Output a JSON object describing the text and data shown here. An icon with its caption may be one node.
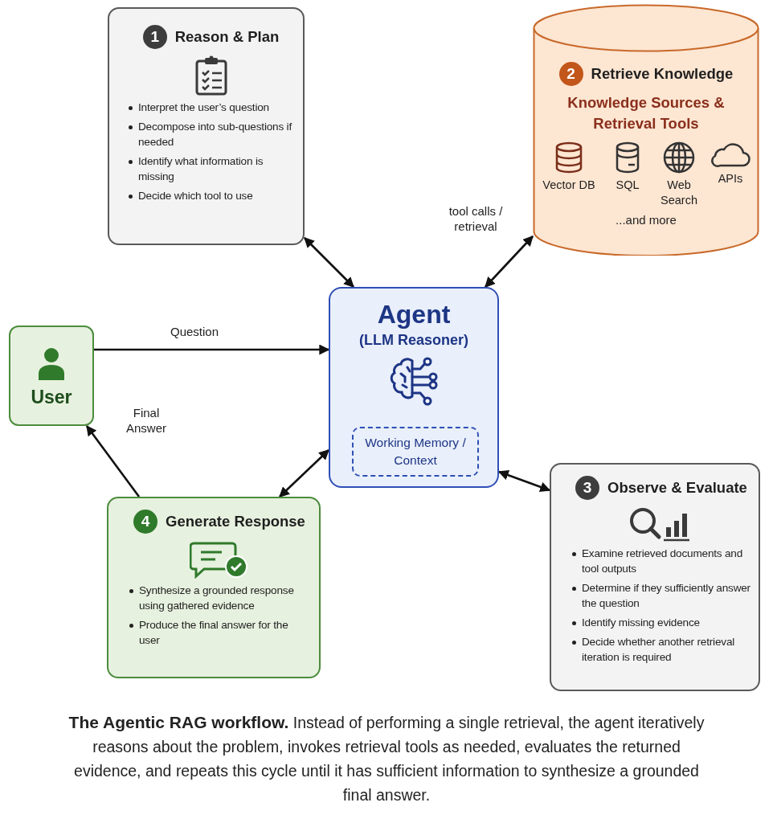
{
  "diagram": {
    "nodes": [
      {
        "text": [
          "1",
          "Reason & Plan",
          "Interpret the user’s question",
          "Decompose into sub-questions if needed",
          "Identify what information is missing",
          "Decide which tool to use"
        ]
      },
      {
        "text": [
          "2",
          "Retrieve Knowledge",
          "Knowledge Sources & Retrieval Tools",
          "Vector DB",
          "SQL",
          "Web Search",
          "APIs",
          "...and more"
        ]
      },
      {
        "text": [
          "Agent",
          "(LLM Reasoner)"
        ]
      },
      {
        "text": [
          "Working Memory / Context"
        ],
        "in": 2
      },
      {
        "text": [
          "User"
        ]
      },
      {
        "text": [
          "4",
          "Generate Response",
          "Synthesize a grounded response using gathered evidence",
          "Produce the final answer for the user"
        ]
      },
      {
        "text": [
          "3",
          "Observe & Evaluate",
          "Examine retrieved documents and tool outputs",
          "Determine if they sufficiently answer the question",
          "Identify missing evidence",
          "Decide whether another retrieval iteration is required"
        ]
      }
    ],
    "edges": [
      {
        "from": 0,
        "to": 2,
        "arrow": "both"
      },
      {
        "from": 2,
        "to": 1,
        "arrow": "both",
        "label": "tool calls / retrieval"
      },
      {
        "from": 4,
        "to": 2,
        "arrow": "to",
        "label": "Question"
      },
      {
        "from": 5,
        "to": 4,
        "arrow": "to",
        "label": "Final Answer"
      },
      {
        "from": 2,
        "to": 5,
        "arrow": "both"
      },
      {
        "from": 2,
        "to": 6,
        "arrow": "both"
      }
    ],
    "caption": "**The Agentic RAG workflow.** Instead of performing a single retrieval, the agent iteratively reasons about the problem, invokes retrieval tools as needed, evaluates the returned evidence, and repeats this cycle until it has sufficient information to synthesize a grounded final answer."
  }
}
